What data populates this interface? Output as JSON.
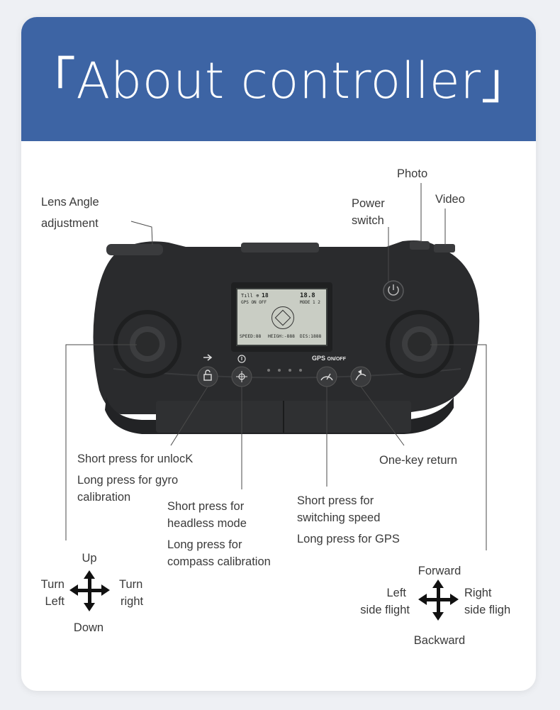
{
  "title": "「About controller」",
  "labels": {
    "lens_angle_1": "Lens Angle",
    "lens_angle_2": "adjustment",
    "power_1": "Power",
    "power_2": "switch",
    "photo": "Photo",
    "video": "Video",
    "unlock_1": "Short press for unlocK",
    "unlock_2": "Long press for gyro",
    "unlock_3": "calibration",
    "headless_1": "Short press for",
    "headless_2": "headless mode",
    "headless_3": "Long press for",
    "headless_4": "compass calibration",
    "speed_1": "Short press for",
    "speed_2": "switching speed",
    "speed_3": "Long press for GPS",
    "return": "One-key return"
  },
  "left_stick": {
    "up": "Up",
    "down": "Down",
    "left_1": "Turn",
    "left_2": "Left",
    "right_1": "Turn",
    "right_2": "right"
  },
  "right_stick": {
    "up": "Forward",
    "down": "Backward",
    "left_1": "Left",
    "left_2": "side flight",
    "right_1": "Right",
    "right_2": "side fligh"
  },
  "controller": {
    "gps_label": "GPS",
    "gps_onoff": "ON/OFF",
    "lcd": {
      "row1_a": "18",
      "row1_b": "18.8",
      "row2_a": "GPS ON  OFF",
      "row2_b": "MODE  1  2",
      "row3_speed": "SPEED:88",
      "row3_height": "HEIGH:-888",
      "row3_dis": "DIS:1888"
    }
  },
  "colors": {
    "banner": "#3d64a4",
    "controller_body": "#2a2b2d",
    "lcd": "#c9cdc4"
  }
}
